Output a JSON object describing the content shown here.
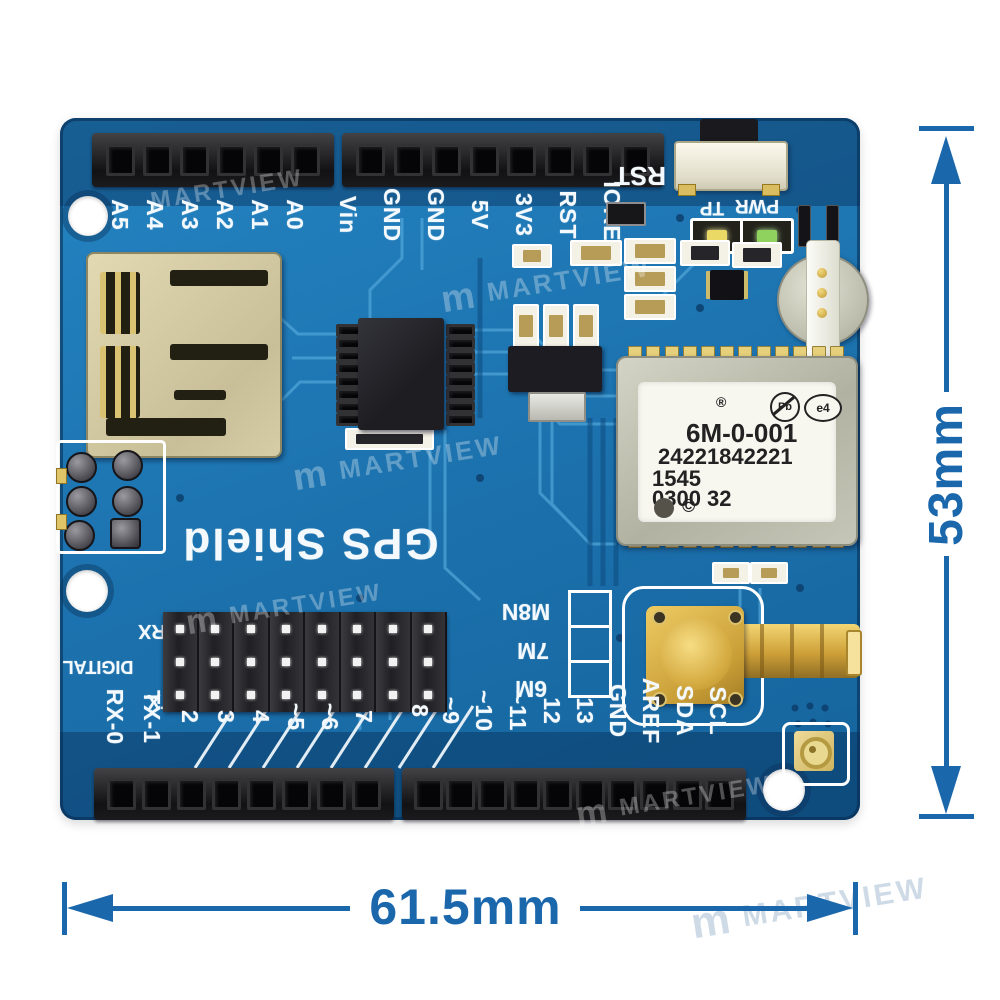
{
  "brand": {
    "watermark": "MARTVIEW",
    "logo": "m"
  },
  "annotations": {
    "width": "61.5mm",
    "height": "53mm",
    "accent_color": "#1a67ac"
  },
  "board": {
    "color": "#1e74b1",
    "gold_color": "#d9b64e",
    "title": "GPS Shield",
    "analog_labels": [
      "A5",
      "A4",
      "A3",
      "A2",
      "A1",
      "A0"
    ],
    "power_labels": [
      "Vin",
      "GND",
      "GND",
      "5V",
      "3V3",
      "RST",
      "IOREF"
    ],
    "reset_label": "RST",
    "tp_label": "TP",
    "pwr_label": "PWR",
    "side_labels": {
      "rx": "RX",
      "digital": "DIGITAL",
      "tx": "TX"
    },
    "antenna_labels": [
      "M8N",
      "7M",
      "6M"
    ],
    "digital_low_labels": [
      "RX-0",
      "TX-1",
      "2",
      "3",
      "4",
      "~5",
      "~6",
      "7"
    ],
    "digital_high_labels": [
      "8",
      "~9",
      "~10",
      "~11",
      "12",
      "13",
      "GND",
      "AREF",
      "SDA",
      "SCL"
    ],
    "gps_module": {
      "registered_mark": "®",
      "pb_free_mark": "Pb",
      "e_mark": "e4",
      "model": "6M-0-001",
      "serial": "24221842221",
      "date_code": "1545",
      "batch_code": "0300 32",
      "copyright_mark": "©"
    }
  }
}
